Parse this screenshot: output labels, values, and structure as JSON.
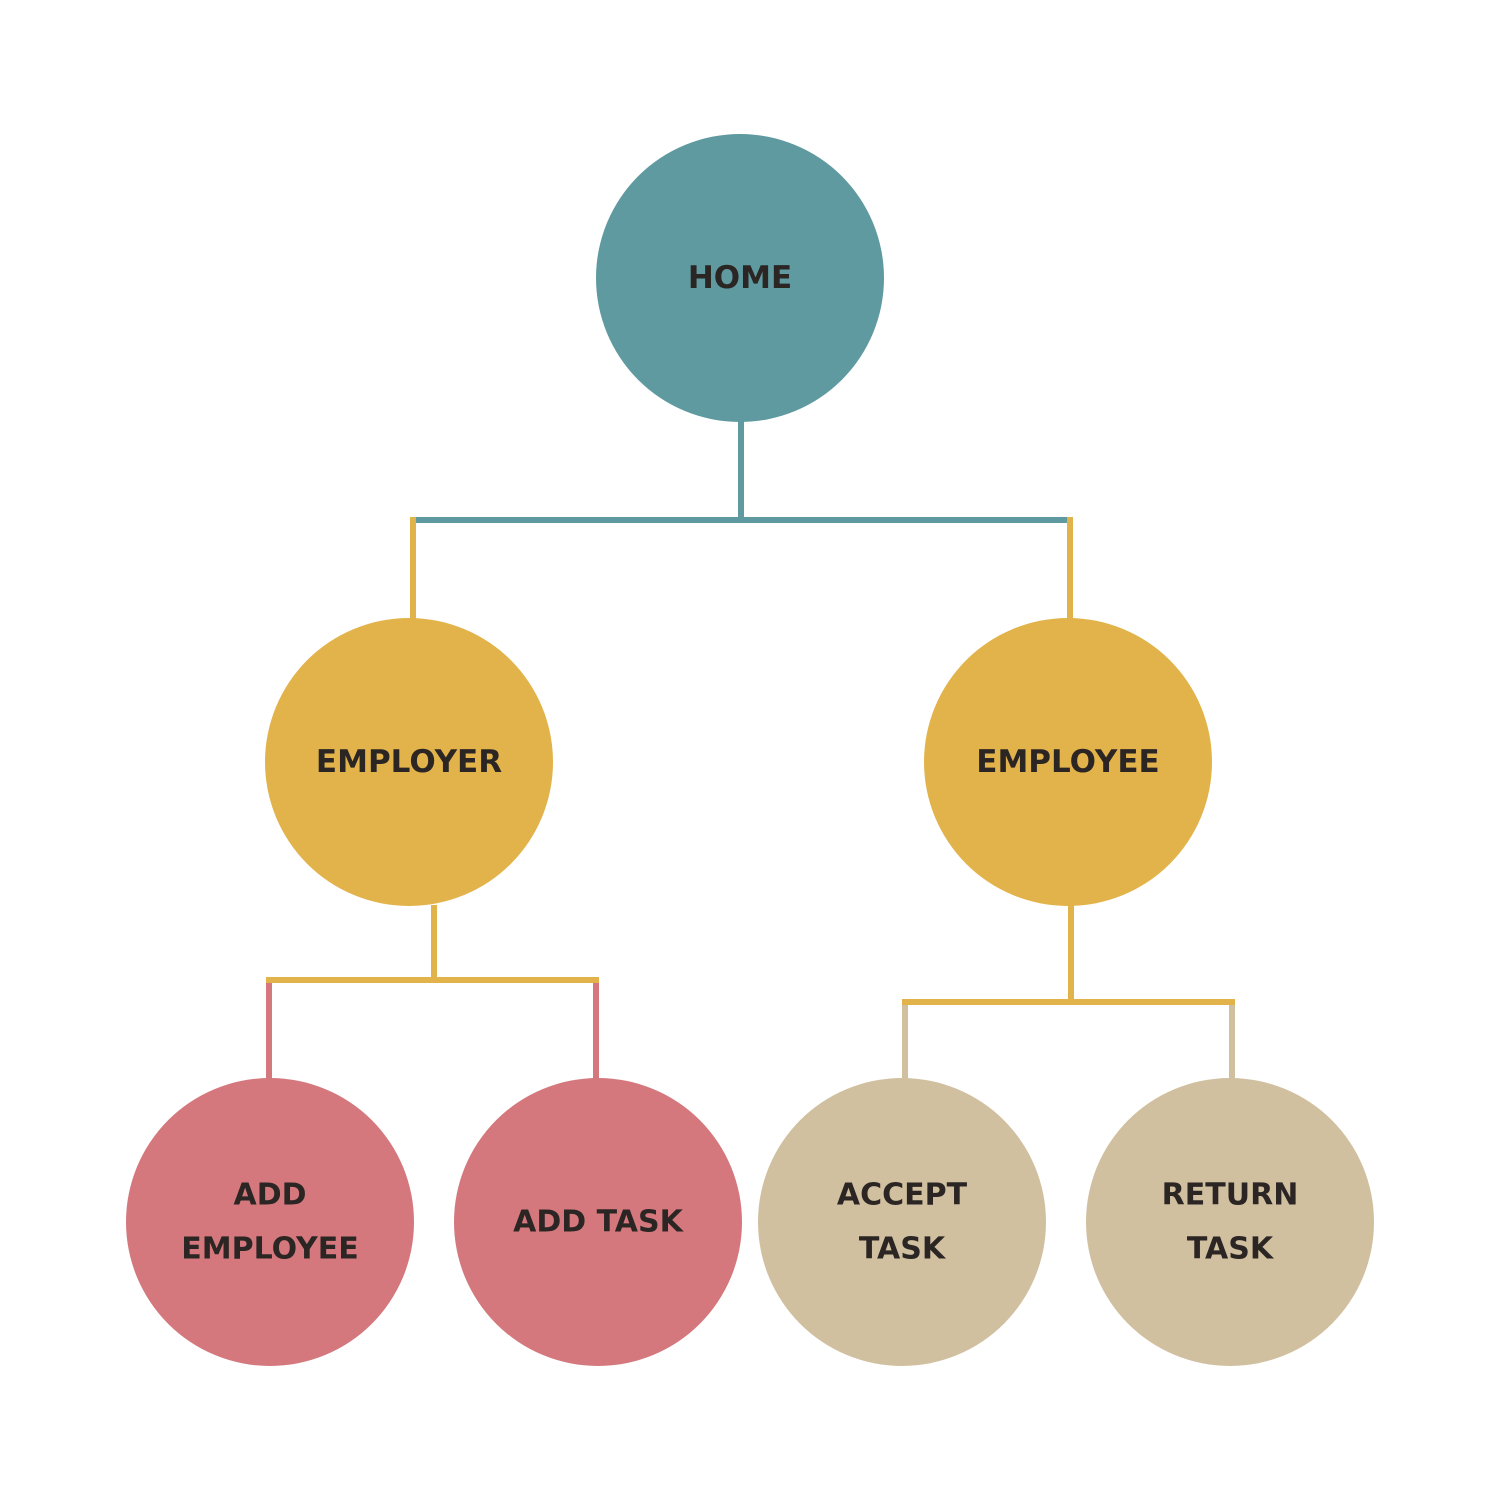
{
  "colors": {
    "home": "#5e9aa0",
    "mid": "#e2b34a",
    "employer_child": "#d4787d",
    "employee_child": "#d1c0a0",
    "connector_home": "#5e9aa0",
    "connector_mid": "#e2b34a",
    "connector_employer_child": "#d4787d",
    "connector_employee_child": "#d1c0a0",
    "text": "#2b2624"
  },
  "nodes": {
    "home": {
      "lines": [
        "HOME"
      ]
    },
    "employer": {
      "lines": [
        "EMPLOYER"
      ]
    },
    "employee": {
      "lines": [
        "EMPLOYEE"
      ]
    },
    "add_employee": {
      "lines": [
        "ADD",
        "EMPLOYEE"
      ]
    },
    "add_task": {
      "lines": [
        "ADD TASK"
      ]
    },
    "accept_task": {
      "lines": [
        "ACCEPT",
        "TASK"
      ]
    },
    "return_task": {
      "lines": [
        "RETURN",
        "TASK"
      ]
    }
  }
}
